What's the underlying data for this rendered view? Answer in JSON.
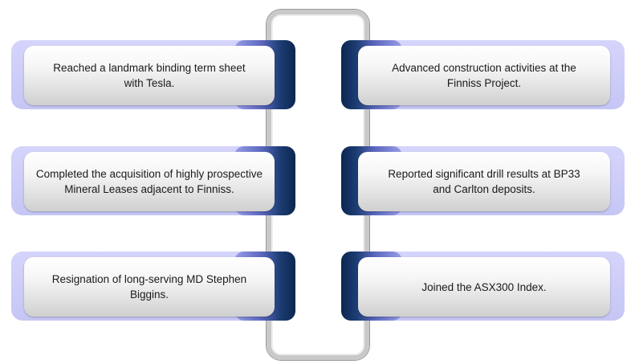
{
  "items": {
    "left_1": "Reached a landmark binding term sheet with Tesla.",
    "left_2": "Completed the acquisition of highly prospective Mineral Leases adjacent to Finniss.",
    "left_3": "Resignation of long-serving MD Stephen Biggins.",
    "right_1": "Advanced construction activities at the Finniss Project.",
    "right_2": "Reported significant drill results at BP33 and Carlton deposits.",
    "right_3": "Joined the ASX300 Index."
  },
  "colors": {
    "band": "#c6c6f5",
    "cap": "#0f2d57",
    "card": "#e2e2e2",
    "connector": "#c9c9c9"
  }
}
